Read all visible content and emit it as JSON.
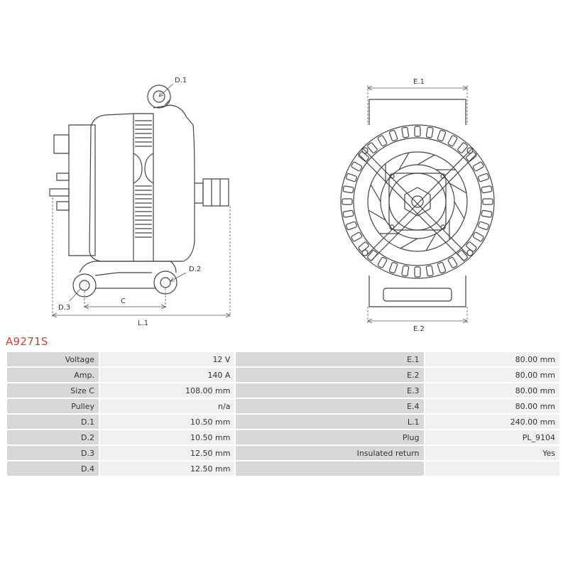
{
  "drawing": {
    "labels": {
      "d1": "D.1",
      "d2": "D.2",
      "d3": "D.3",
      "c": "C",
      "l1": "L.1",
      "e1": "E.1",
      "e2": "E.2"
    }
  },
  "part_number": "A9271S",
  "specs": {
    "left": [
      {
        "label": "Voltage",
        "value": "12 V"
      },
      {
        "label": "Amp.",
        "value": "140 A"
      },
      {
        "label": "Size C",
        "value": "108.00 mm"
      },
      {
        "label": "Pulley",
        "value": "n/a"
      },
      {
        "label": "D.1",
        "value": "10.50 mm"
      },
      {
        "label": "D.2",
        "value": "10.50 mm"
      },
      {
        "label": "D.3",
        "value": "12.50 mm"
      },
      {
        "label": "D.4",
        "value": "12.50 mm"
      }
    ],
    "right": [
      {
        "label": "E.1",
        "value": "80.00 mm"
      },
      {
        "label": "E.2",
        "value": "80.00 mm"
      },
      {
        "label": "E.3",
        "value": "80.00 mm"
      },
      {
        "label": "E.4",
        "value": "80.00 mm"
      },
      {
        "label": "L.1",
        "value": "240.00 mm"
      },
      {
        "label": "Plug",
        "value": "PL_9104"
      },
      {
        "label": "Insulated return",
        "value": "Yes"
      },
      {
        "label": "",
        "value": ""
      }
    ]
  }
}
